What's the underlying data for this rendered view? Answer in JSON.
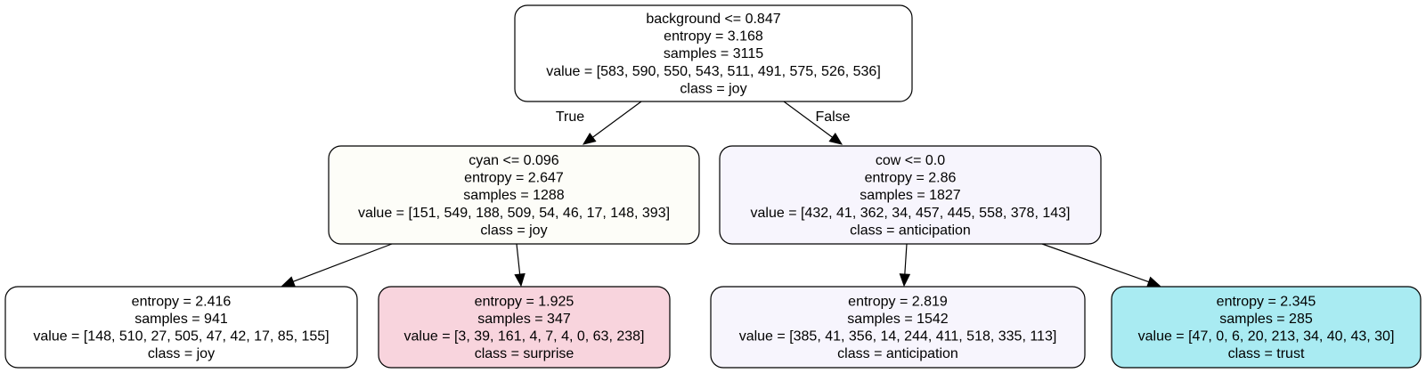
{
  "tree": {
    "nodes": [
      {
        "id": "root",
        "lines": [
          "background <= 0.847",
          "entropy = 3.168",
          "samples = 3115",
          "value = [583, 590, 550, 543, 511, 491, 575, 526, 536]",
          "class = joy"
        ],
        "fill": "#ffffff"
      },
      {
        "id": "n1",
        "lines": [
          "cyan <= 0.096",
          "entropy = 2.647",
          "samples = 1288",
          "value = [151, 549, 188, 509, 54, 46, 17, 148, 393]",
          "class = joy"
        ],
        "fill": "#fdfdf8"
      },
      {
        "id": "n2",
        "lines": [
          "cow <= 0.0",
          "entropy = 2.86",
          "samples = 1827",
          "value = [432, 41, 362, 34, 457, 445, 558, 378, 143]",
          "class = anticipation"
        ],
        "fill": "#f7f5fd"
      },
      {
        "id": "n3",
        "lines": [
          "entropy = 2.416",
          "samples = 941",
          "value = [148, 510, 27, 505, 47, 42, 17, 85, 155]",
          "class = joy"
        ],
        "fill": "#ffffff"
      },
      {
        "id": "n4",
        "lines": [
          "entropy = 1.925",
          "samples = 347",
          "value = [3, 39, 161, 4, 7, 4, 0, 63, 238]",
          "class = surprise"
        ],
        "fill": "#f8d4dd"
      },
      {
        "id": "n5",
        "lines": [
          "entropy = 2.819",
          "samples = 1542",
          "value = [385, 41, 356, 14, 244, 411, 518, 335, 113]",
          "class = anticipation"
        ],
        "fill": "#f7f5fd"
      },
      {
        "id": "n6",
        "lines": [
          "entropy = 2.345",
          "samples = 285",
          "value = [47, 0, 6, 20, 213, 34, 40, 43, 30]",
          "class = trust"
        ],
        "fill": "#a9ebf2"
      }
    ],
    "edges": [
      {
        "from": "root",
        "to": "n1",
        "label": "True"
      },
      {
        "from": "root",
        "to": "n2",
        "label": "False"
      },
      {
        "from": "n1",
        "to": "n3",
        "label": ""
      },
      {
        "from": "n1",
        "to": "n4",
        "label": ""
      },
      {
        "from": "n2",
        "to": "n5",
        "label": ""
      },
      {
        "from": "n2",
        "to": "n6",
        "label": ""
      }
    ]
  }
}
